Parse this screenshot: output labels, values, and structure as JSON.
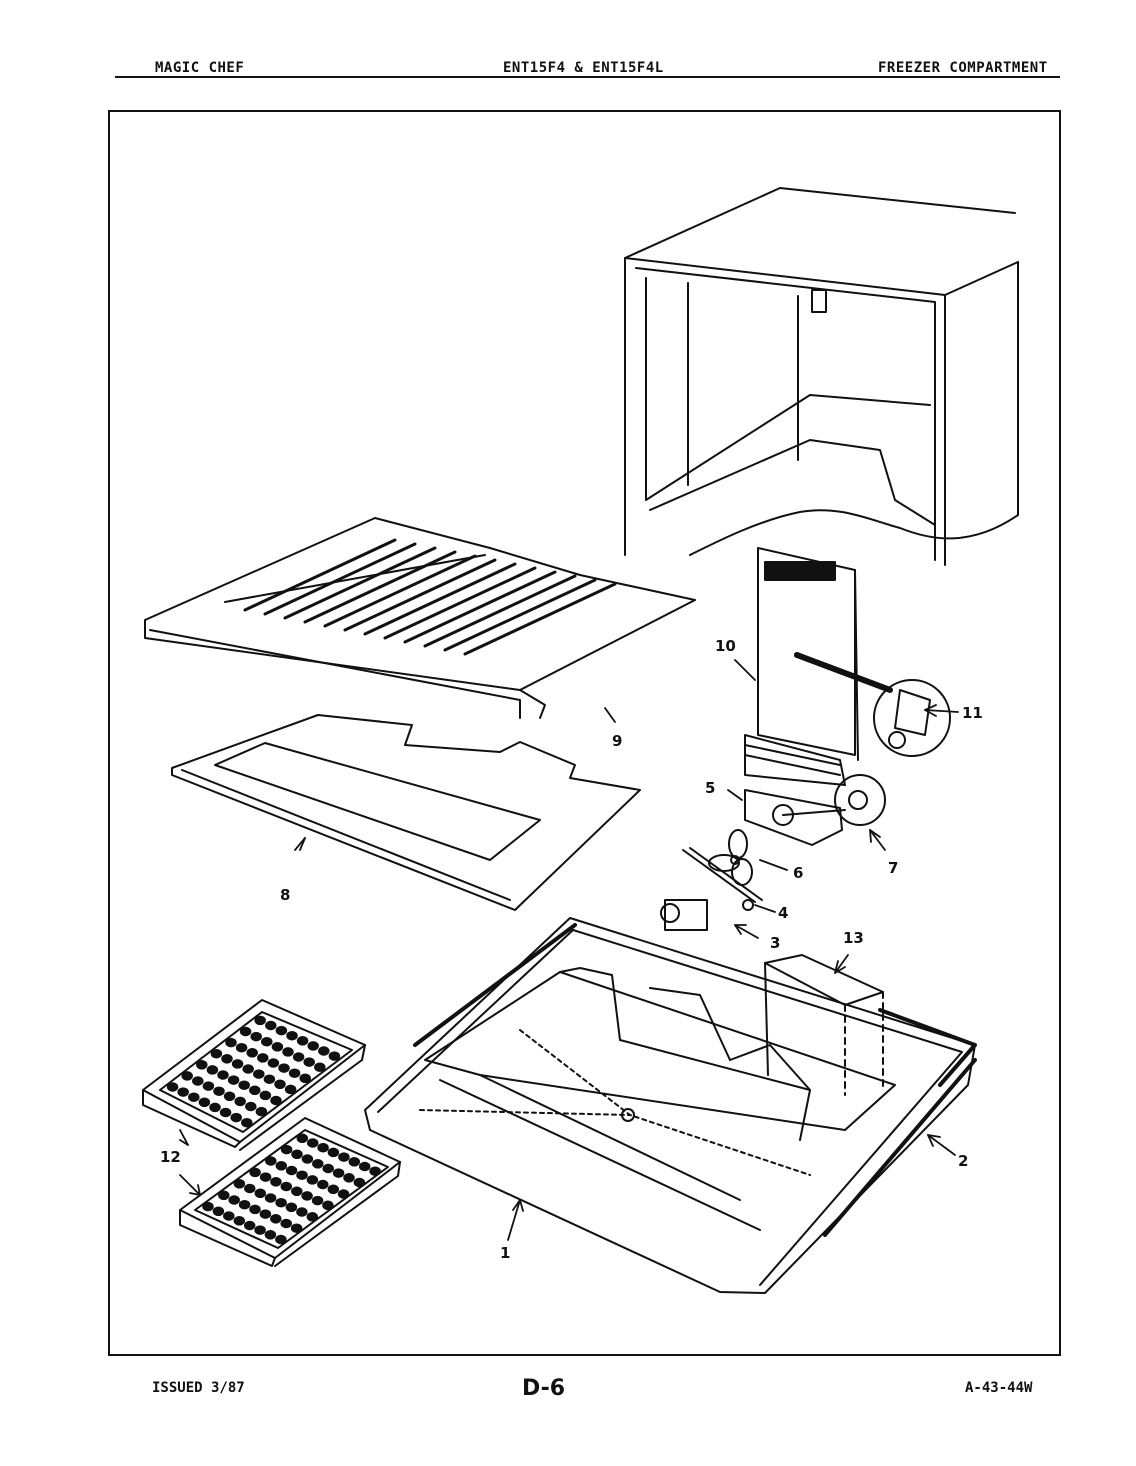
{
  "header": {
    "brand": "MAGIC CHEF",
    "models": "ENT15F4 & ENT15F4L",
    "section": "FREEZER COMPARTMENT"
  },
  "footer": {
    "issued": "ISSUED 3/87",
    "page": "D-6",
    "code": "A-43-44W"
  },
  "callouts": {
    "c1": "1",
    "c2": "2",
    "c3": "3",
    "c4": "4",
    "c5": "5",
    "c6": "6",
    "c7": "7",
    "c8": "8",
    "c9": "9",
    "c10": "10",
    "c11": "11",
    "c12": "12",
    "c13": "13"
  }
}
